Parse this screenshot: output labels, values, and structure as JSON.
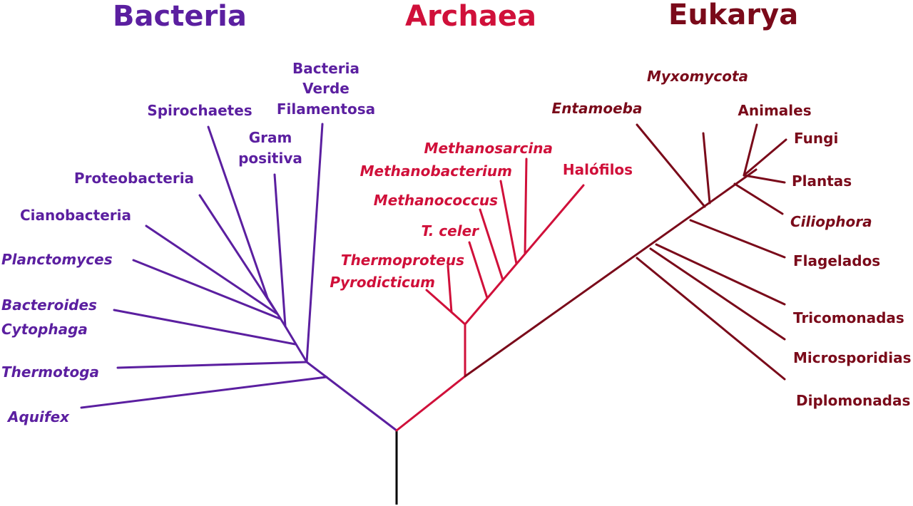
{
  "colors": {
    "bacteria": "#5b1fa0",
    "archaea": "#d0103a",
    "eukarya": "#7a0a1a",
    "root": "#000000"
  },
  "domains": {
    "bacteria": "Bacteria",
    "archaea": "Archaea",
    "eukarya": "Eukarya"
  },
  "bacteria": {
    "verde_1": "Bacteria",
    "verde_2": "Verde",
    "verde_3": "Filamentosa",
    "spirochaetes": "Spirochaetes",
    "gram_1": "Gram",
    "gram_2": "positiva",
    "proteobacteria": "Proteobacteria",
    "cianobacteria": "Cianobacteria",
    "planctomyces": "Planctomyces",
    "bacteroides": "Bacteroides",
    "cytophaga": "Cytophaga",
    "thermotoga": "Thermotoga",
    "aquifex": "Aquifex"
  },
  "archaea": {
    "methanosarcina": "Methanosarcina",
    "methanobacterium": "Methanobacterium",
    "halofilos": "Halófilos",
    "methanococcus": "Methanococcus",
    "tceler": "T. celer",
    "thermoproteus": "Thermoproteus",
    "pyrodicticum": "Pyrodicticum"
  },
  "eukarya": {
    "myxomycota": "Myxomycota",
    "entamoeba": "Entamoeba",
    "animales": "Animales",
    "fungi": "Fungi",
    "plantas": "Plantas",
    "ciliophora": "Ciliophora",
    "flagelados": "Flagelados",
    "tricomonadas": "Tricomonadas",
    "microsporidias": "Microsporidias",
    "diplomonadas": "Diplomonadas"
  }
}
